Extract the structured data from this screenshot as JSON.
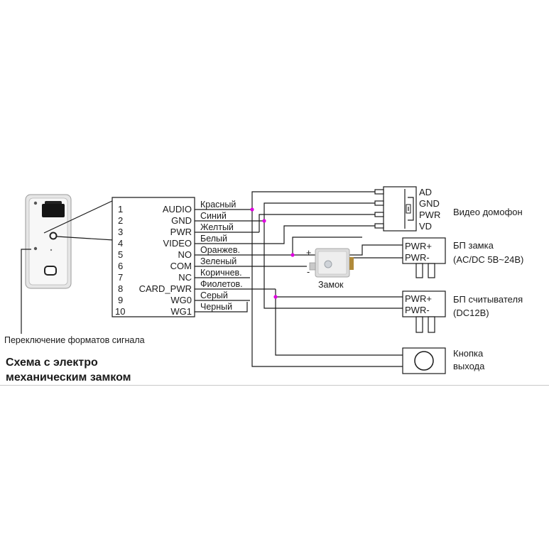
{
  "controller": {
    "pin_numbers": [
      "1",
      "2",
      "3",
      "4",
      "5",
      "6",
      "7",
      "8",
      "9",
      "10"
    ],
    "pin_names": [
      "AUDIO",
      "GND",
      "PWR",
      "VIDEO",
      "NO",
      "COM",
      "NC",
      "CARD_PWR",
      "WG0",
      "WG1"
    ]
  },
  "wires": [
    "Красный",
    "Синий",
    "Желтый",
    "Белый",
    "Оранжев.",
    "Зеленый",
    "Коричнев.",
    "Фиолетов.",
    "Серый",
    "Черный"
  ],
  "intercom": {
    "pins": [
      "AD",
      "GND",
      "PWR",
      "VD"
    ],
    "label": "Видео домофон"
  },
  "lock_psu": {
    "pins": [
      "PWR+",
      "PWR-"
    ],
    "label_line1": "БП замка",
    "label_line2": "(AC/DC 5B~24B)"
  },
  "lock": {
    "label": "Замок",
    "plus": "+",
    "minus": "-"
  },
  "reader_psu": {
    "pins": [
      "PWR+",
      "PWR-"
    ],
    "label_line1": "БП считывателя",
    "label_line2": "(DC12B)"
  },
  "exit_button": {
    "label_line1": "Кнопка",
    "label_line2": "выхода"
  },
  "signal_switch_note": "Переключение форматов сигнала",
  "title_line1": "Схема с электро",
  "title_line2": "механическим замком",
  "colors": {
    "junction": "#e000e0",
    "line": "#1a1a1a"
  }
}
